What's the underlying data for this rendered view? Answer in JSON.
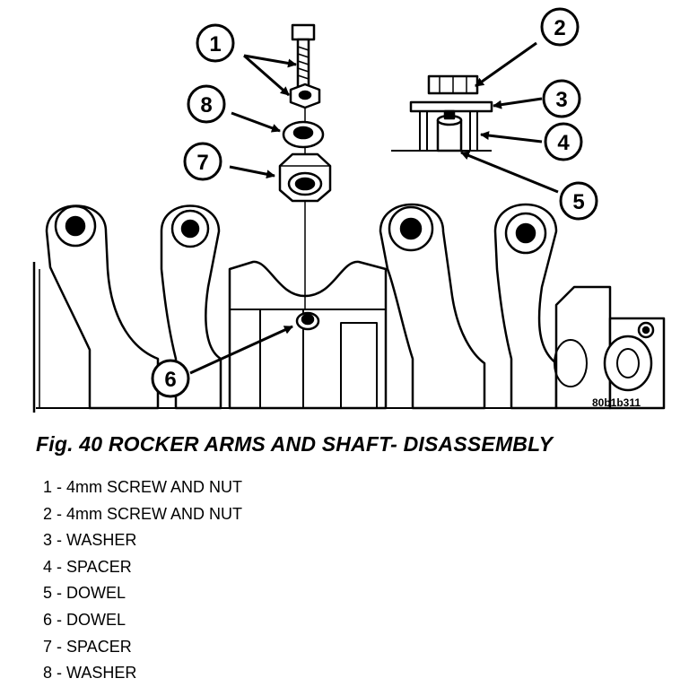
{
  "figure": {
    "ref_code": "80b1b311",
    "title": "Fig. 40 ROCKER ARMS AND SHAFT- DISASSEMBLY"
  },
  "callouts": [
    {
      "num": "1"
    },
    {
      "num": "2"
    },
    {
      "num": "3"
    },
    {
      "num": "4"
    },
    {
      "num": "5"
    },
    {
      "num": "6"
    },
    {
      "num": "7"
    },
    {
      "num": "8"
    }
  ],
  "legend": [
    {
      "text": "1 - 4mm SCREW AND NUT"
    },
    {
      "text": "2 - 4mm SCREW AND NUT"
    },
    {
      "text": "3 - WASHER"
    },
    {
      "text": "4 - SPACER"
    },
    {
      "text": "5 - DOWEL"
    },
    {
      "text": "6 - DOWEL"
    },
    {
      "text": "7 - SPACER"
    },
    {
      "text": "8 - WASHER"
    }
  ]
}
